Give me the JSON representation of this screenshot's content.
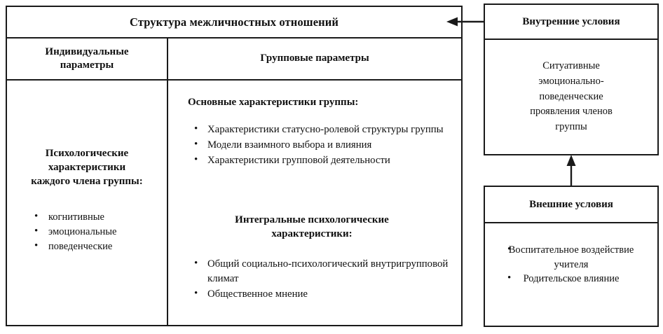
{
  "diagram": {
    "title": "Структура межличностных отношений",
    "columns": {
      "left_header": "Индивидуальные\nпараметры",
      "left_header_line1": "Индивидуальные",
      "left_header_line2": "параметры",
      "right_header": "Групповые параметры"
    },
    "left_column": {
      "heading_line1": "Психологические",
      "heading_line2": "характеристики",
      "heading_line3": "каждого члена группы:",
      "items": [
        "когнитивные",
        "эмоциональные",
        "поведенческие"
      ]
    },
    "middle_column": {
      "section1_heading": "Основные характеристики группы:",
      "section1_items": [
        "Характеристики статусно-ролевой структуры группы",
        "Модели взаимного выбора и влияния",
        "Характеристики групповой деятельности"
      ],
      "section2_heading_line1": "Интегральные психологические",
      "section2_heading_line2": "характеристики:",
      "section2_items": [
        "Общий социально-психологический внутригрупповой климат",
        "Общественное мнение"
      ]
    },
    "right_boxes": [
      {
        "title": "Внутренние условия",
        "body": "Ситуативные эмоционально-поведенческие проявления членов группы",
        "body_line1": "Ситуативные",
        "body_line2": "эмоционально-",
        "body_line3": "поведенческие",
        "body_line4": "проявления членов",
        "body_line5": "группы"
      },
      {
        "title": "Внешние условия",
        "items": [
          "Воспитательное воздействие учителя",
          "Родительское влияние"
        ]
      }
    ],
    "arrows": [
      {
        "name": "internal-to-structure-arrow",
        "direction": "left",
        "from": "Внутренние условия",
        "to": "Структура межличностных отношений"
      },
      {
        "name": "external-to-internal-arrow",
        "direction": "up",
        "from": "Внешние условия",
        "to": "Внутренние условия"
      }
    ],
    "colors": {
      "border": "#1a1a1a",
      "text": "#101010",
      "background": "#ffffff"
    }
  }
}
